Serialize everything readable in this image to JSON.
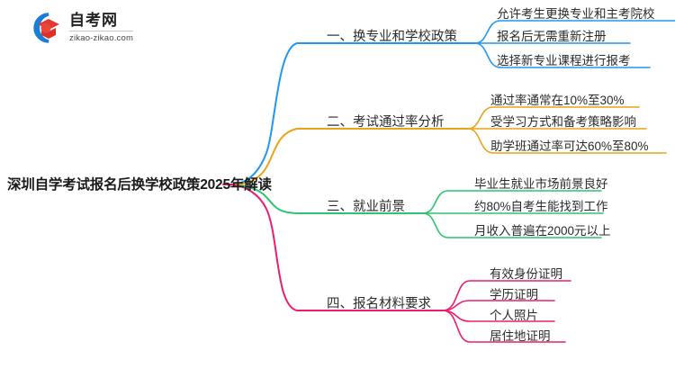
{
  "logo": {
    "title": "自考网",
    "subtitle": "zikao-zikao.com",
    "mark_name": "graduation-cap-logo",
    "mark_colors": {
      "ring": "#1a7fd4",
      "cap": "#e03a32"
    }
  },
  "mindmap": {
    "root": {
      "label": "深圳自学考试报名后换学校政策2025年解读"
    },
    "branches": [
      {
        "label": "一、换专业和学校政策",
        "color": "#2196f3",
        "children": [
          {
            "label": "允许考生更换专业和主考院校"
          },
          {
            "label": "报名后无需重新注册"
          },
          {
            "label": "选择新专业课程进行报考"
          }
        ]
      },
      {
        "label": "二、考试通过率分析",
        "color": "#eaa41a",
        "children": [
          {
            "label": "通过率通常在10%至30%"
          },
          {
            "label": "受学习方式和备考策略影响"
          },
          {
            "label": "助学班通过率可达60%至80%"
          }
        ]
      },
      {
        "label": "三、就业前景",
        "color": "#2ec46f",
        "children": [
          {
            "label": "毕业生就业市场前景良好"
          },
          {
            "label": "约80%自考生能找到工作"
          },
          {
            "label": "月收入普遍在2000元以上"
          }
        ]
      },
      {
        "label": "四、报名材料要求",
        "color": "#ee1d6d",
        "children": [
          {
            "label": "有效身份证明"
          },
          {
            "label": "学历证明"
          },
          {
            "label": "个人照片"
          },
          {
            "label": "居住地证明"
          }
        ]
      }
    ]
  }
}
